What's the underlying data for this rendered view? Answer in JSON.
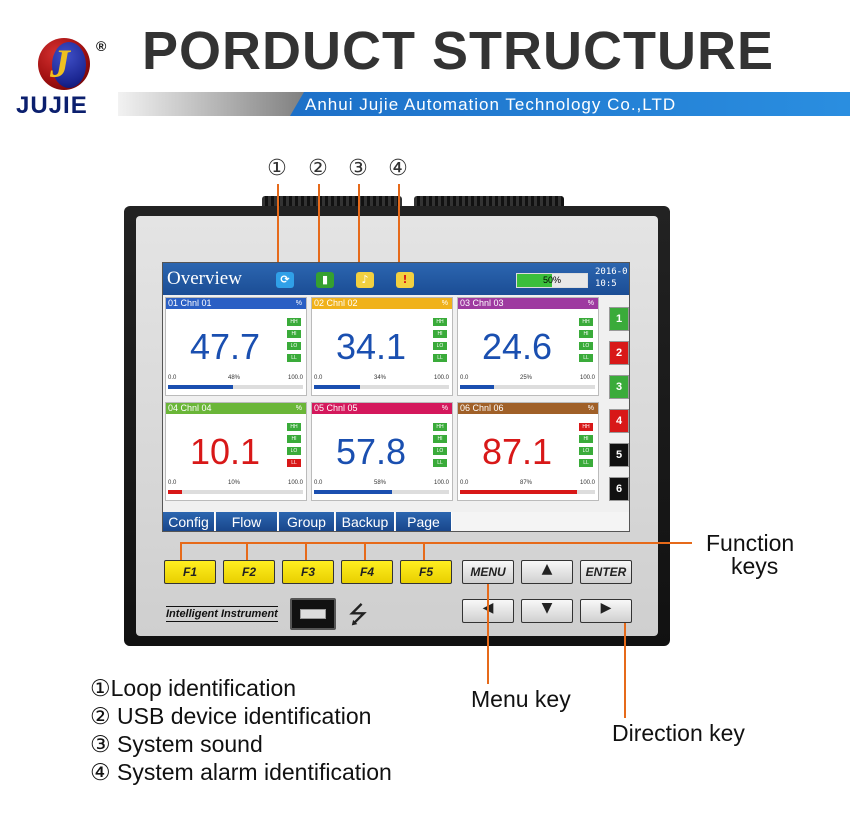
{
  "header": {
    "logo_mark": "J",
    "registered": "®",
    "brand": "JUJIE",
    "title": "PORDUCT STRUCTURE",
    "company": "Anhui Jujie Automation Technology Co.,LTD"
  },
  "markers": [
    "①",
    "②",
    "③",
    "④"
  ],
  "screen": {
    "title": "Overview",
    "battery_label": "50%",
    "battery_level": 0.5,
    "time": "2016-0\n10:5",
    "channels": [
      {
        "num": "01",
        "name": "Chnl 01",
        "unit": "%",
        "value": "47.7",
        "color": "#2a5fc4",
        "bar_color": "#1a4fb0",
        "bar_pct": "48%",
        "fill": 0.48,
        "min": "0.0",
        "max": "100.0"
      },
      {
        "num": "02",
        "name": "Chnl 02",
        "unit": "%",
        "value": "34.1",
        "color": "#f0b21b",
        "bar_color": "#1a4fb0",
        "bar_pct": "34%",
        "fill": 0.34,
        "min": "0.0",
        "max": "100.0"
      },
      {
        "num": "03",
        "name": "Chnl 03",
        "unit": "%",
        "value": "24.6",
        "color": "#9e3aa0",
        "bar_color": "#1a4fb0",
        "bar_pct": "25%",
        "fill": 0.25,
        "min": "0.0",
        "max": "100.0"
      },
      {
        "num": "04",
        "name": "Chnl 04",
        "unit": "%",
        "value": "10.1",
        "color": "#6ab638",
        "bar_color": "#d81818",
        "bar_pct": "10%",
        "fill": 0.1,
        "min": "0.0",
        "max": "100.0"
      },
      {
        "num": "05",
        "name": "Chnl 05",
        "unit": "%",
        "value": "57.8",
        "color": "#d4185c",
        "bar_color": "#1a4fb0",
        "bar_pct": "58%",
        "fill": 0.58,
        "min": "0.0",
        "max": "100.0"
      },
      {
        "num": "06",
        "name": "Chnl  06",
        "unit": "%",
        "value": "87.1",
        "color": "#a06028",
        "bar_color": "#d81818",
        "bar_pct": "87%",
        "fill": 0.87,
        "min": "0.0",
        "max": "100.0"
      }
    ],
    "limits": [
      "HH",
      "HI",
      "LO",
      "LL"
    ],
    "side_buttons": [
      {
        "label": "1",
        "color": "#3aab3a"
      },
      {
        "label": "2",
        "color": "#d81818"
      },
      {
        "label": "3",
        "color": "#3aab3a"
      },
      {
        "label": "4",
        "color": "#d81818"
      },
      {
        "label": "5",
        "color": "#111111"
      },
      {
        "label": "6",
        "color": "#111111"
      }
    ],
    "tabs": [
      "Config",
      "Flow",
      "Group",
      "Backup",
      "Page"
    ]
  },
  "keys": {
    "function": [
      "F1",
      "F2",
      "F3",
      "F4",
      "F5"
    ],
    "menu": "MENU",
    "enter": "ENTER",
    "up": "▲",
    "down": "▼",
    "left": "◀",
    "right": "▶"
  },
  "panel_label": "Intelligent  Instrument",
  "usb_symbol": "⭍",
  "callouts": {
    "function_keys_1": "Function",
    "function_keys_2": "keys",
    "menu_key": "Menu key",
    "direction_key": "Direction key"
  },
  "legend": [
    "①Loop identification",
    "② USB device identification",
    "③ System sound",
    "④ System alarm identification"
  ]
}
